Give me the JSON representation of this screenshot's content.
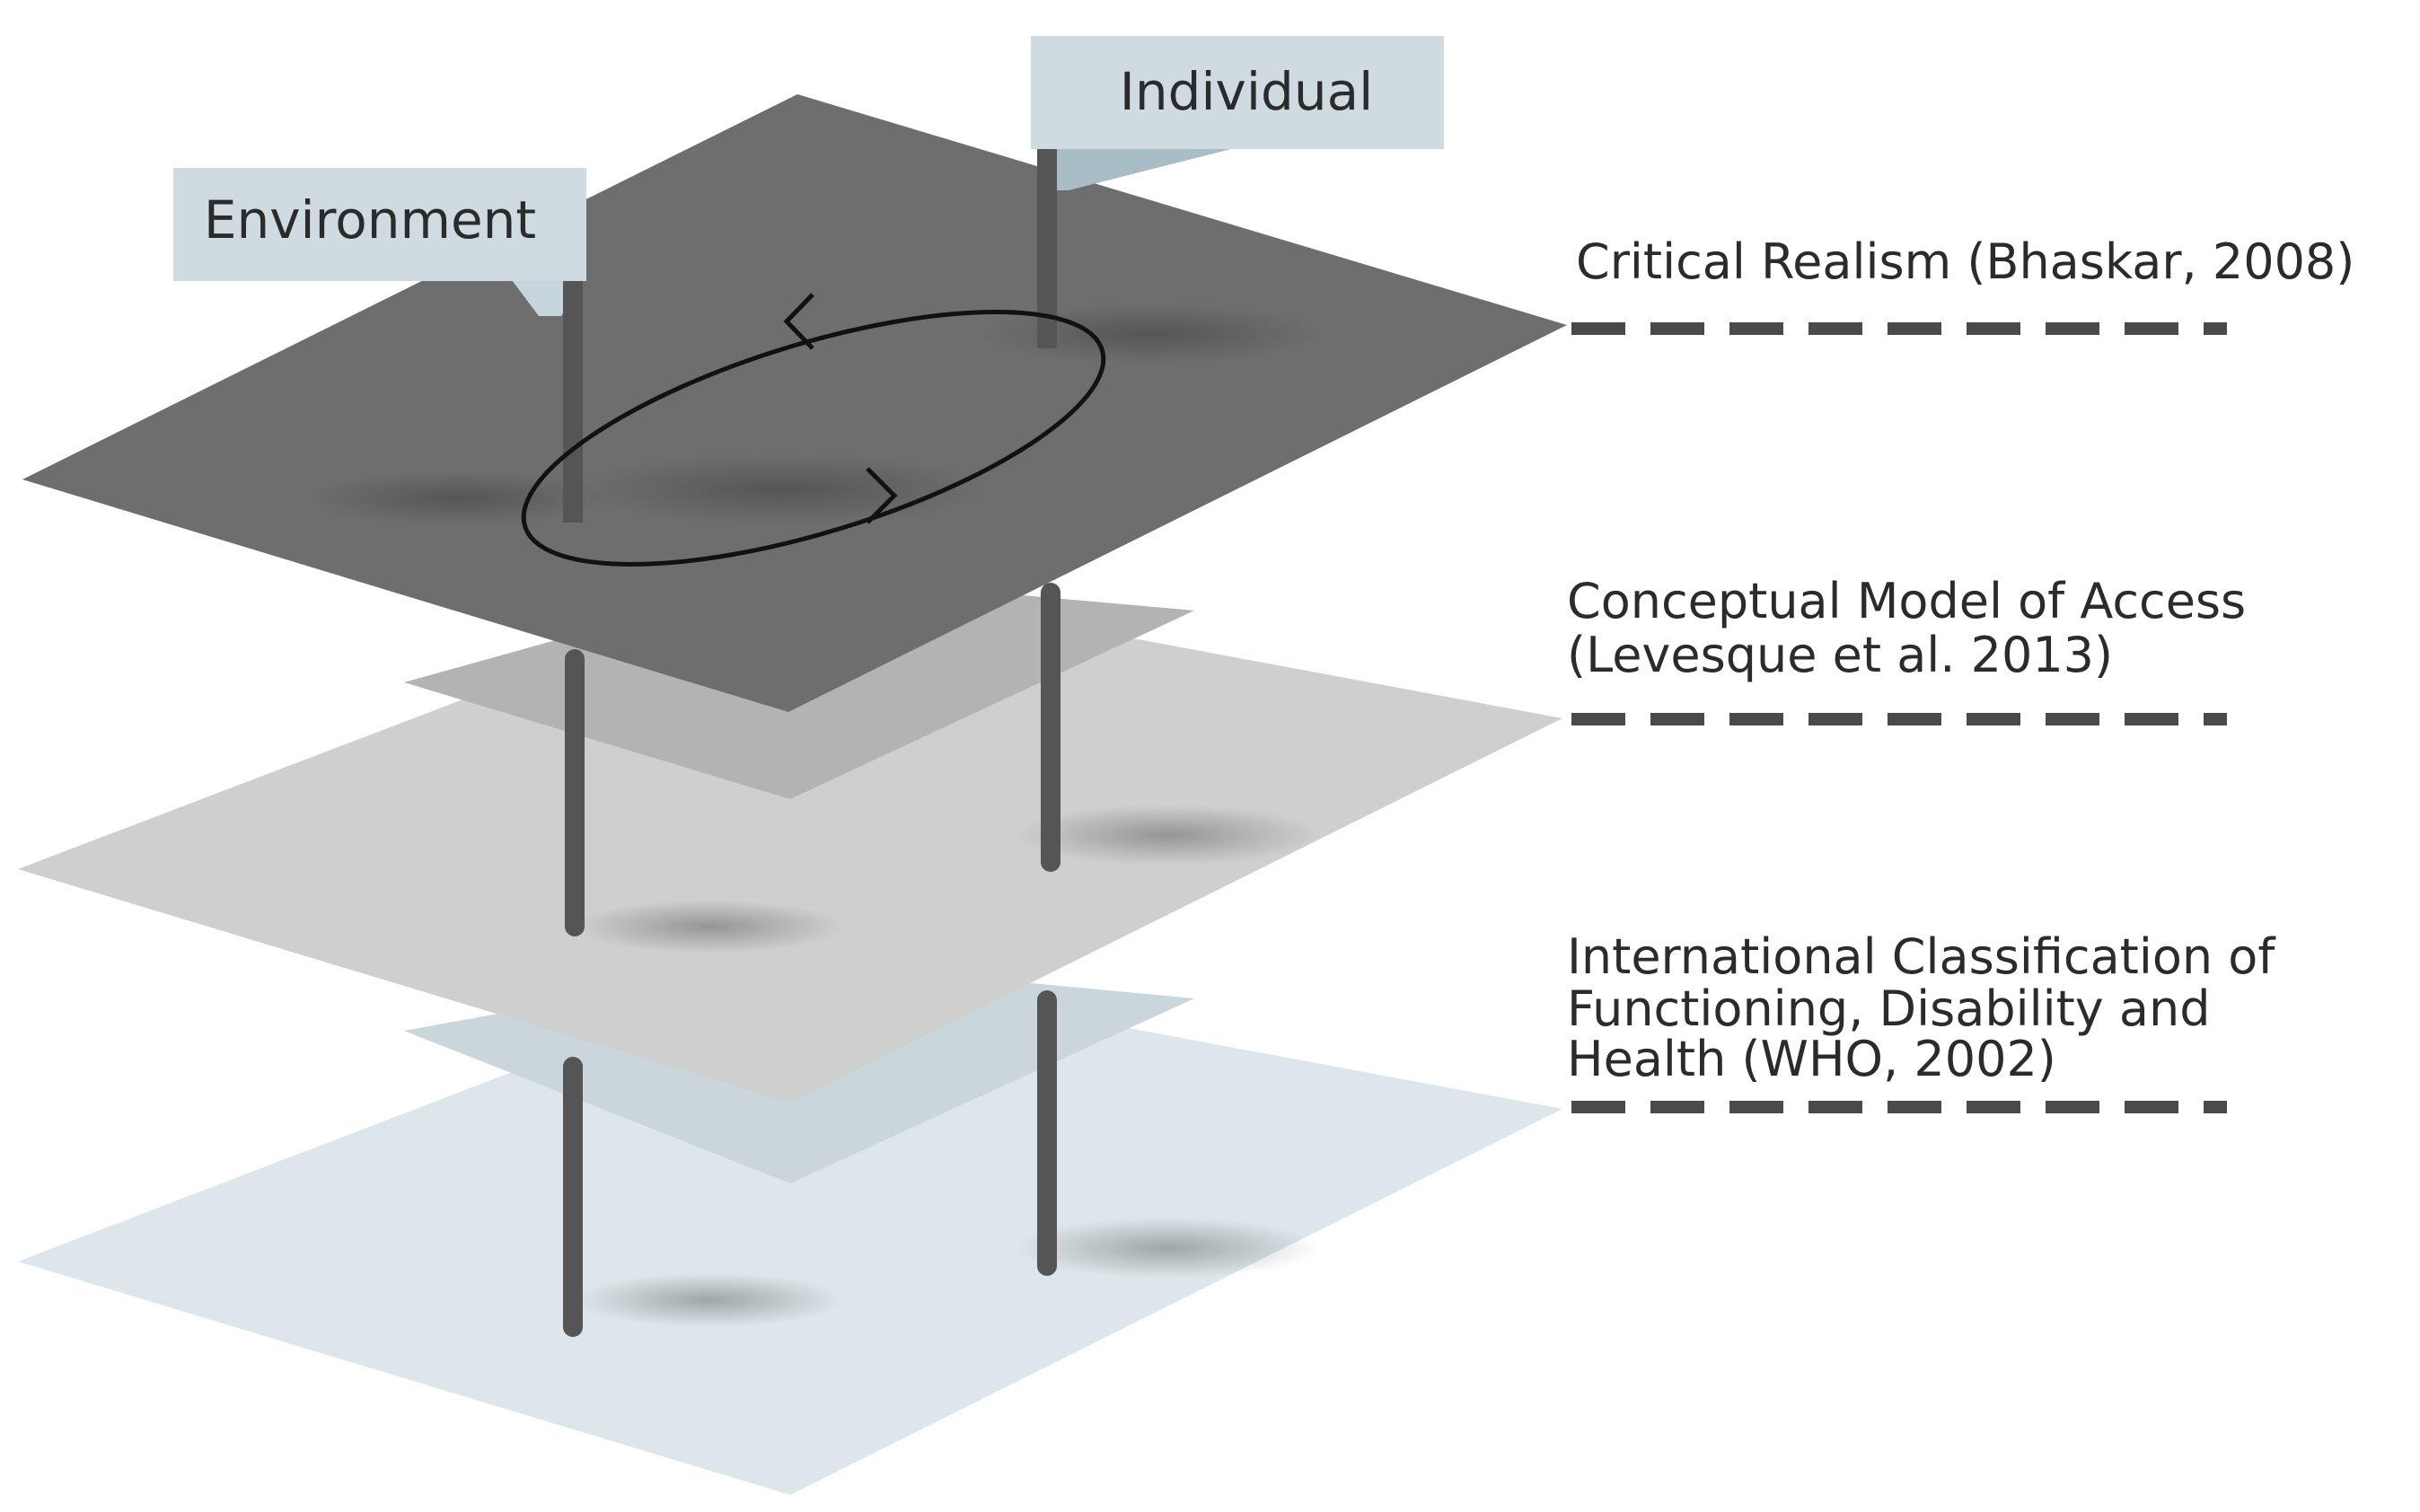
{
  "flags": {
    "environment": "Environment",
    "individual": "Individual"
  },
  "layers": [
    {
      "id": "critical-realism",
      "label_lines": [
        "Critical Realism (Bhaskar, 2008)"
      ],
      "color": "#6e6e6e"
    },
    {
      "id": "conceptual-model",
      "label_lines": [
        "Conceptual Model of Access",
        "(Levesque et al. 2013)"
      ],
      "color": "#cfcfcf"
    },
    {
      "id": "icf",
      "label_lines": [
        "International Classification of",
        "Functioning, Disability and",
        "Health (WHO, 2002)"
      ],
      "color": "#dde6ea"
    }
  ],
  "colors": {
    "pole": "#555555",
    "flag": "#cfdbe1",
    "dash": "#4a4a4a",
    "loop": "#111111"
  }
}
